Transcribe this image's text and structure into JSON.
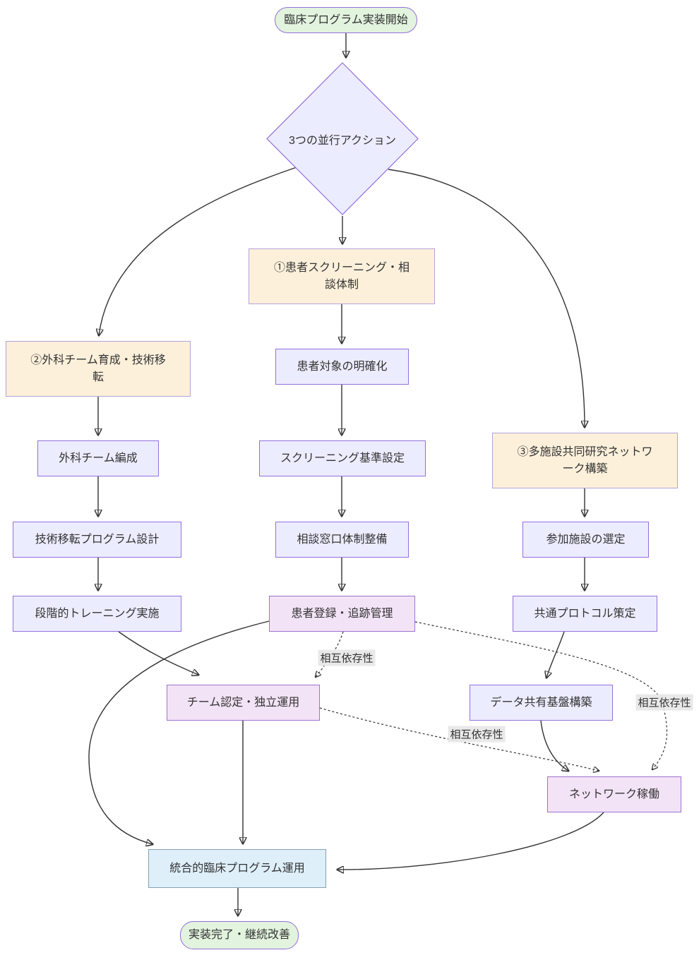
{
  "diagram_type": "flowchart",
  "nodes": {
    "start": {
      "label": "臨床プログラム実装開始"
    },
    "decision": {
      "label": "3つの並行アクション"
    },
    "branch1": {
      "label": "①患者スクリーニング・相談体制"
    },
    "patient_scope": {
      "label": "患者対象の明確化"
    },
    "screening_criteria": {
      "label": "スクリーニング基準設定"
    },
    "consultation_desk": {
      "label": "相談窓口体制整備"
    },
    "patient_registry": {
      "label": "患者登録・追跡管理"
    },
    "branch2": {
      "label": "②外科チーム育成・技術移転"
    },
    "team_formation": {
      "label": "外科チーム編成"
    },
    "transfer_design": {
      "label": "技術移転プログラム設計"
    },
    "stepwise_training": {
      "label": "段階的トレーニング実施"
    },
    "team_certification": {
      "label": "チーム認定・独立運用"
    },
    "branch3": {
      "label": "③多施設共同研究ネットワーク構築"
    },
    "site_selection": {
      "label": "参加施設の選定"
    },
    "common_protocol": {
      "label": "共通プロトコル策定"
    },
    "data_platform": {
      "label": "データ共有基盤構築"
    },
    "network_operation": {
      "label": "ネットワーク稼働"
    },
    "integrated_operation": {
      "label": "統合的臨床プログラム運用"
    },
    "end": {
      "label": "実装完了・継続改善"
    }
  },
  "edge_labels": {
    "interdependency": "相互依存性"
  },
  "colors": {
    "default_fill": "#ececff",
    "default_border": "#9370db",
    "phase_fill": "#fcf0db",
    "phase_border": "#b3a3da",
    "milestone_fill": "#f3e3f6",
    "milestone_border": "#9d72d2",
    "terminal_fill": "#e2f3de",
    "terminal_border": "#9370db",
    "integration_fill": "#deeffa",
    "integration_border": "#86a0b3",
    "line": "#333333",
    "edge_label_bg": "#e8e8e8",
    "text": "#333333"
  }
}
